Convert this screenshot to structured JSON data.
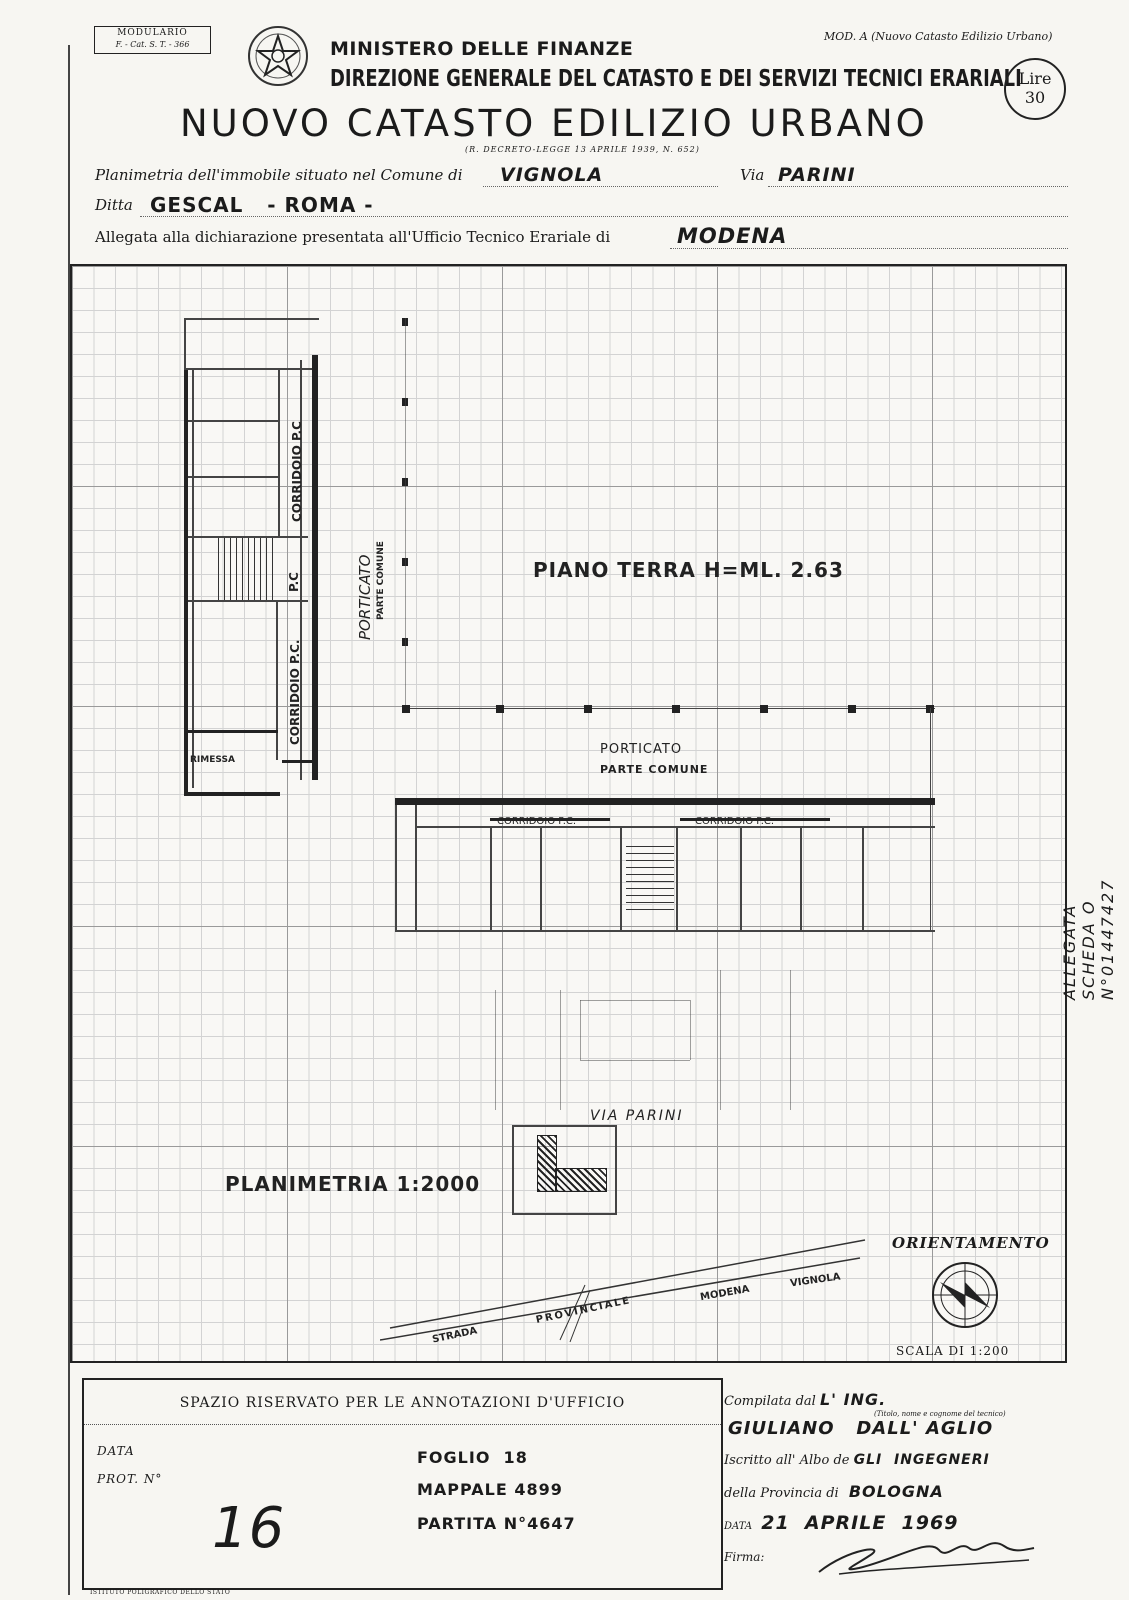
{
  "stamp": {
    "line1": "MODULARIO",
    "line2": "F. - Cat. S. T. - 366"
  },
  "header": {
    "ministry": "MINISTERO DELLE FINANZE",
    "directorate": "DIREZIONE GENERALE DEL CATASTO E DEI SERVIZI TECNICI ERARIALI",
    "title": "NUOVO CATASTO EDILIZIO URBANO",
    "decree": "(R. DECRETO-LEGGE 13 APRILE 1939, N. 652)",
    "model": "MOD. A (Nuovo Catasto Edilizio Urbano)",
    "price_label": "Lire",
    "price_value": "30"
  },
  "fields": {
    "planimetria_label": "Planimetria dell'immobile situato nel Comune di",
    "comune": "VIGNOLA",
    "via_label": "Via",
    "via": "PARINI",
    "ditta_label": "Ditta",
    "ditta": "GESCAL   - ROMA -",
    "allegata_label": "Allegata alla dichiarazione presentata all'Ufficio Tecnico Erariale di",
    "ufficio": "MODENA"
  },
  "plan": {
    "piano": "PIANO TERRA  H=ML. 2.63",
    "corridoio_top": "CORRIDOIO P.C",
    "pc_short": "P.C",
    "corridoio_lower": "CORRIDOIO P.C.",
    "porticato_v": "PORTICATO",
    "parte_comune_v": "PARTE COMUNE",
    "rimessa": "RIMESSA",
    "porticato_h": "PORTICATO",
    "parte_comune_h": "PARTE COMUNE",
    "corridoio_left": "CORRIDOIO P.C.",
    "corridoio_right": "CORRIDOIO P.C.",
    "via_parini": "VIA PARINI",
    "planimetria": "PLANIMETRIA 1:2000",
    "strada": "STRADA",
    "provinciale": "PROVINCIALE",
    "modena": "MODENA",
    "vignola": "VIGNOLA",
    "orientamento": "ORIENTAMENTO",
    "scala": "SCALA DI 1:200"
  },
  "side_note": "ALLEGATA SCHEDA O N°01447427",
  "annotations": {
    "heading": "SPAZIO RISERVATO PER LE ANNOTAZIONI D'UFFICIO",
    "data_label": "DATA",
    "prot_label": "PROT. N°",
    "prot_number": "16",
    "foglio": "FOGLIO  18",
    "mappale": "MAPPALE 4899",
    "partita": "PARTITA N°4647"
  },
  "compiler": {
    "compilata_label": "Compilata dal",
    "title": "L' ING.",
    "hint": "(Titolo, nome e cognome del tecnico)",
    "name": "GIULIANO   DALL' AGLIO",
    "iscritto_label": "Iscritto all' Albo de",
    "albo": "GLI  INGEGNERI",
    "provincia_label": "della Provincia di",
    "provincia": "BOLOGNA",
    "data_label": "DATA",
    "data": "21  APRILE  1969",
    "firma_label": "Firma:",
    "signature": "Dall' Aglio"
  },
  "footer": "ISTITUTO POLIGRAFICO DELLO STATO"
}
